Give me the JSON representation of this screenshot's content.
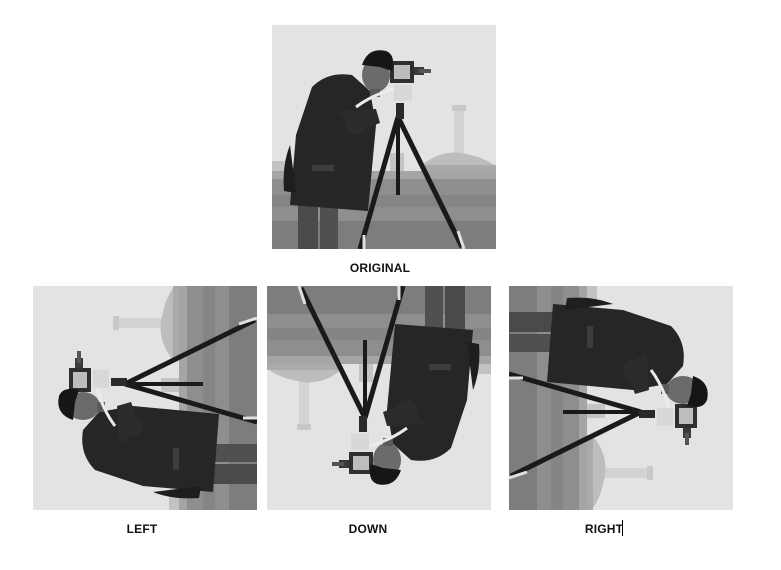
{
  "images": {
    "subject_icon": "cameraman-photo-icon",
    "original": {
      "label": "ORIGINAL",
      "rotation_deg": 0
    },
    "left": {
      "label": "LEFT",
      "rotation_deg": -90
    },
    "down": {
      "label": "DOWN",
      "rotation_deg": 180
    },
    "right": {
      "label": "RIGHT",
      "rotation_deg": 90
    }
  },
  "colors": {
    "background": "#ffffff",
    "sky": "#e2e2e2",
    "ground": "#8f8f8f",
    "coat": "#262626",
    "text": "#111111"
  }
}
